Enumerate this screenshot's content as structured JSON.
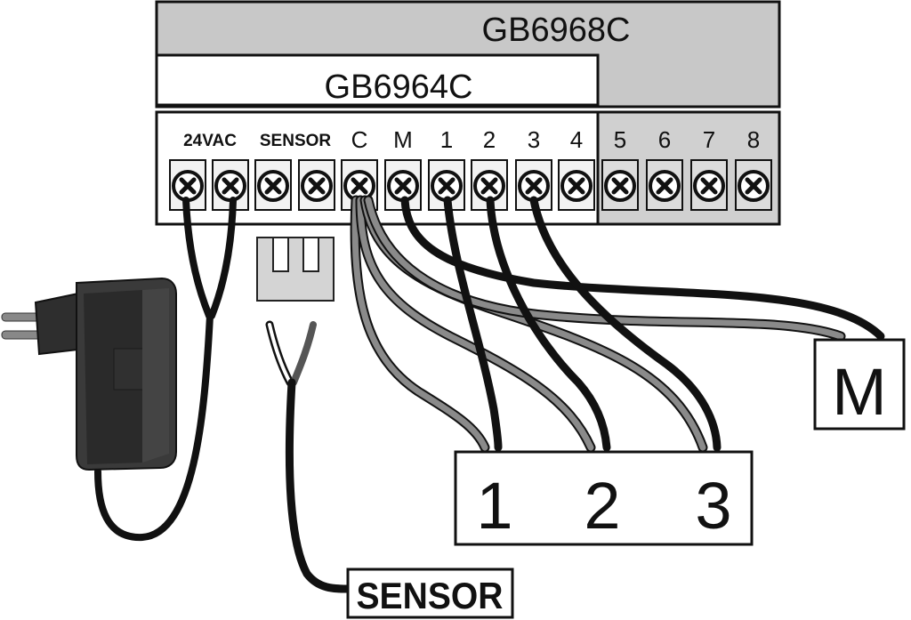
{
  "models": {
    "large": "GB6968C",
    "small": "GB6964C"
  },
  "terminal_labels": [
    "24VAC",
    "SENSOR",
    "C",
    "M",
    "1",
    "2",
    "3",
    "4",
    "5",
    "6",
    "7",
    "8"
  ],
  "valve_box": {
    "labels": [
      "1",
      "2",
      "3"
    ]
  },
  "master_valve_label": "M",
  "sensor_label": "SENSOR",
  "colors": {
    "panel_gray": "#c8c8c8",
    "wire_black": "#111111",
    "wire_gray": "#8a8a8a",
    "adapter": "#3a3a3a"
  }
}
